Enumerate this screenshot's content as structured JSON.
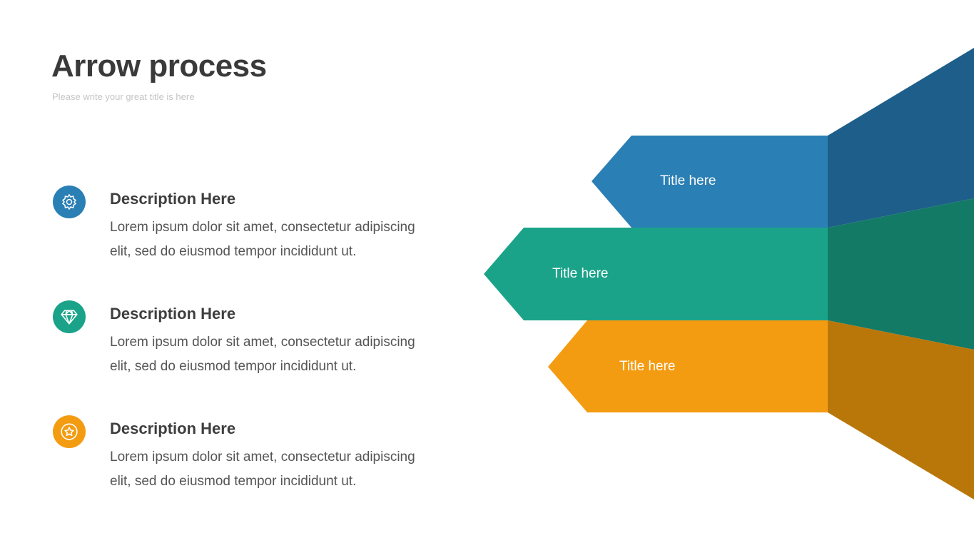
{
  "header": {
    "title": "Arrow process",
    "subtitle": "Please write your great title is here"
  },
  "items": [
    {
      "icon": "gear-icon",
      "heading": "Description Here",
      "text": "Lorem ipsum dolor sit amet, consectetur adipiscing elit, sed do eiusmod tempor incididunt ut.",
      "color": "#2a7fb5"
    },
    {
      "icon": "diamond-icon",
      "heading": "Description Here",
      "text": "Lorem ipsum dolor sit amet, consectetur adipiscing elit, sed do eiusmod tempor incididunt ut.",
      "color": "#1aa389"
    },
    {
      "icon": "star-icon",
      "heading": "Description Here",
      "text": "Lorem ipsum dolor sit amet, consectetur adipiscing elit, sed do eiusmod tempor incididunt ut.",
      "color": "#f39c12"
    }
  ],
  "arrows": [
    {
      "label": "Title here",
      "color": "#2a7fb5",
      "dark": "#1d5f8a"
    },
    {
      "label": "Title here",
      "color": "#1aa389",
      "dark": "#137a66"
    },
    {
      "label": "Title here",
      "color": "#f39c12",
      "dark": "#b9770a"
    }
  ]
}
